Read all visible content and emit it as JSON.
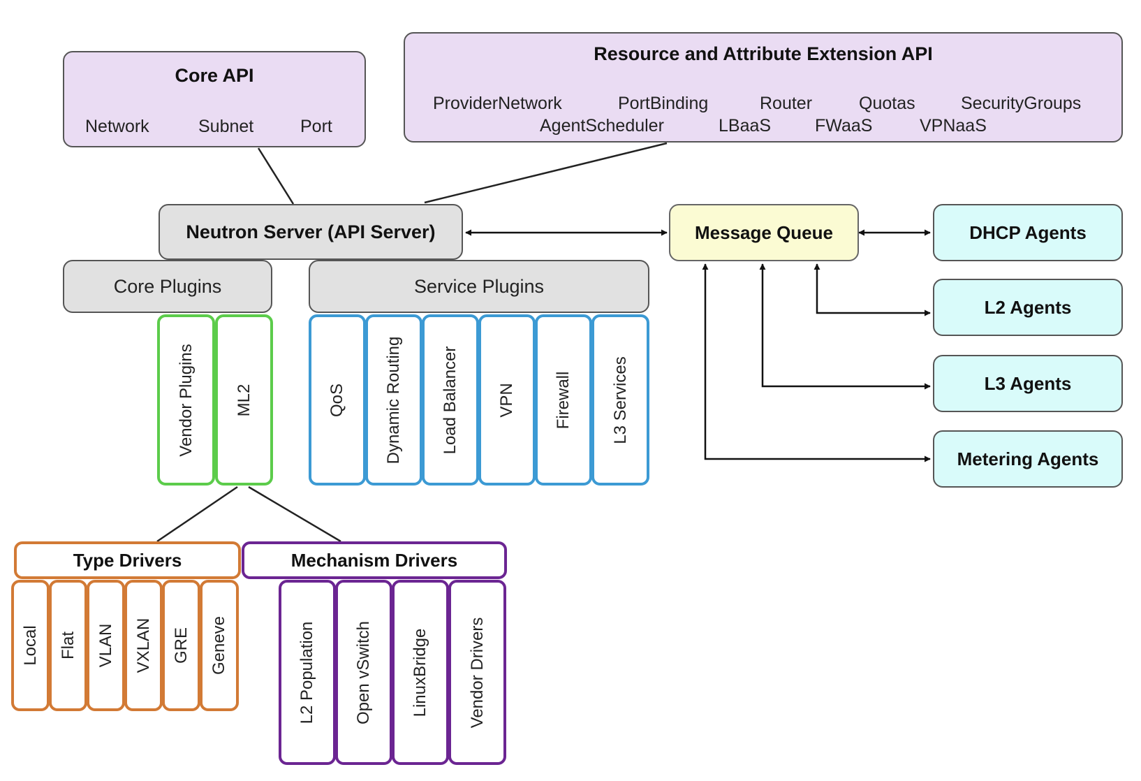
{
  "core_api": {
    "title": "Core API",
    "items": [
      "Network",
      "Subnet",
      "Port"
    ]
  },
  "extension_api": {
    "title": "Resource and Attribute Extension API",
    "row1": [
      "ProviderNetwork",
      "PortBinding",
      "Router",
      "Quotas",
      "SecurityGroups"
    ],
    "row2": [
      "AgentScheduler",
      "LBaaS",
      "FWaaS",
      "VPNaaS"
    ]
  },
  "neutron_server": "Neutron Server (API Server)",
  "message_queue": "Message Queue",
  "agents": [
    "DHCP Agents",
    "L2 Agents",
    "L3 Agents",
    "Metering Agents"
  ],
  "core_plugins": {
    "title": "Core Plugins",
    "items": [
      "Vendor Plugins",
      "ML2"
    ]
  },
  "service_plugins": {
    "title": "Service Plugins",
    "items": [
      "QoS",
      "Dynamic Routing",
      "Load Balancer",
      "VPN",
      "Firewall",
      "L3 Services"
    ]
  },
  "type_drivers": {
    "title": "Type Drivers",
    "items": [
      "Local",
      "Flat",
      "VLAN",
      "VXLAN",
      "GRE",
      "Geneve"
    ]
  },
  "mechanism_drivers": {
    "title": "Mechanism Drivers",
    "items": [
      "L2 Population",
      "Open vSwitch",
      "LinuxBridge",
      "Vendor Drivers"
    ]
  },
  "colors": {
    "api_fill": "#eadcf3",
    "server_fill": "#e1e1e1",
    "queue_fill": "#fbfbd3",
    "agent_fill": "#d9fbfa",
    "core_plugin_border": "#5ccc4b",
    "service_plugin_border": "#3c9ad4",
    "type_driver_border": "#d27a35",
    "mechanism_driver_border": "#6b2592"
  }
}
